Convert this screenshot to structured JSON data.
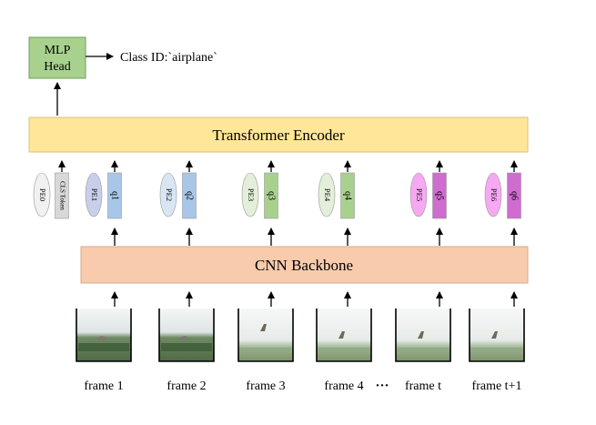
{
  "mlp_head": {
    "label_line1": "MLP",
    "label_line2": "Head"
  },
  "class_output": {
    "label": "Class ID:`airplane`"
  },
  "transformer": {
    "label": "Transformer Encoder"
  },
  "cnn": {
    "label": "CNN Backbone"
  },
  "cls_column": {
    "pe_label": "PE0",
    "token_label": "CLS Token",
    "pe_color": "#f1f1f1",
    "token_color": "#d8d8d8"
  },
  "token_columns": [
    {
      "pe_label": "PE1",
      "q_label": "q1",
      "pe_color": "#c9cfea",
      "q_color": "#a8c6e8"
    },
    {
      "pe_label": "PE2",
      "q_label": "q2",
      "pe_color": "#d8e6f4",
      "q_color": "#a8c6e8"
    },
    {
      "pe_label": "PE3",
      "q_label": "q3",
      "pe_color": "#e4efda",
      "q_color": "#a9d18e"
    },
    {
      "pe_label": "PE4",
      "q_label": "q4",
      "pe_color": "#e4efda",
      "q_color": "#a9d18e"
    },
    {
      "pe_label": "PE5",
      "q_label": "q5",
      "pe_color": "#f7a8f2",
      "q_color": "#cf6ccf"
    },
    {
      "pe_label": "PE6",
      "q_label": "q6",
      "pe_color": "#f7a8f2",
      "q_color": "#cf6ccf"
    }
  ],
  "frames": [
    {
      "label": "frame 1"
    },
    {
      "label": "frame 2"
    },
    {
      "label": "frame 3"
    },
    {
      "label": "frame 4"
    },
    {
      "label": "frame t"
    },
    {
      "label": "frame t+1"
    }
  ],
  "ellipsis": "···",
  "colors": {
    "mlp_fill": "#a9d18e",
    "mlp_stroke": "#6f9c58",
    "transformer_fill": "#ffe699",
    "transformer_stroke": "#d9c27a",
    "cnn_fill": "#f8cbad",
    "cnn_stroke": "#d9a98b",
    "arrow": "#000000"
  }
}
